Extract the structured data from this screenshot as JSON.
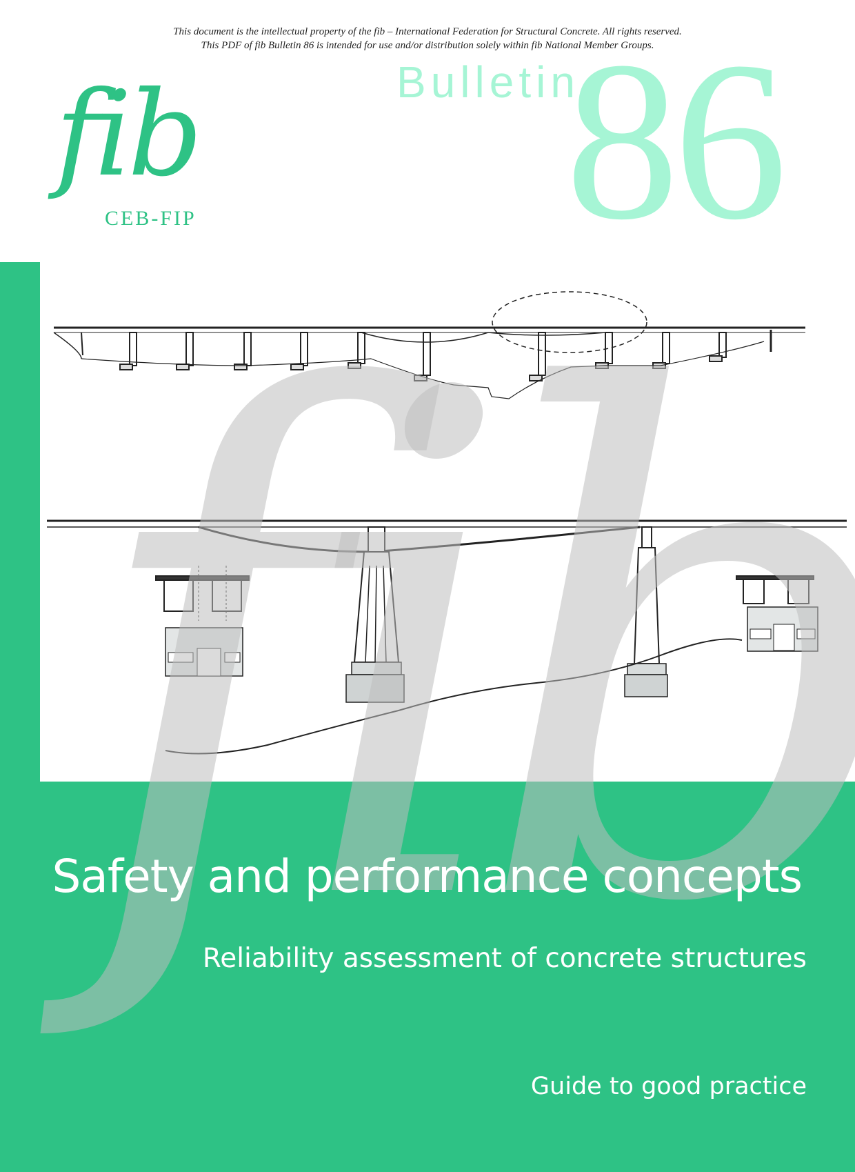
{
  "notice": {
    "line1": "This document is the intellectual property of the fib – International Federation for Structural Concrete. All rights reserved.",
    "line2": "This PDF of fib Bulletin 86 is intended for use and/or distribution solely within fib National Member Groups."
  },
  "logo": {
    "mark": "fib",
    "sub": "CEB-FIP"
  },
  "bulletin": {
    "word": "Bulletin",
    "number": "86"
  },
  "cover": {
    "title": "Safety and performance concepts",
    "subtitle": "Reliability assessment of concrete structures",
    "series": "Guide to good practice"
  },
  "colors": {
    "brand_green": "#2ec285",
    "light_mint": "#a6f5d5",
    "watermark_gray": "#bdbdbd"
  }
}
